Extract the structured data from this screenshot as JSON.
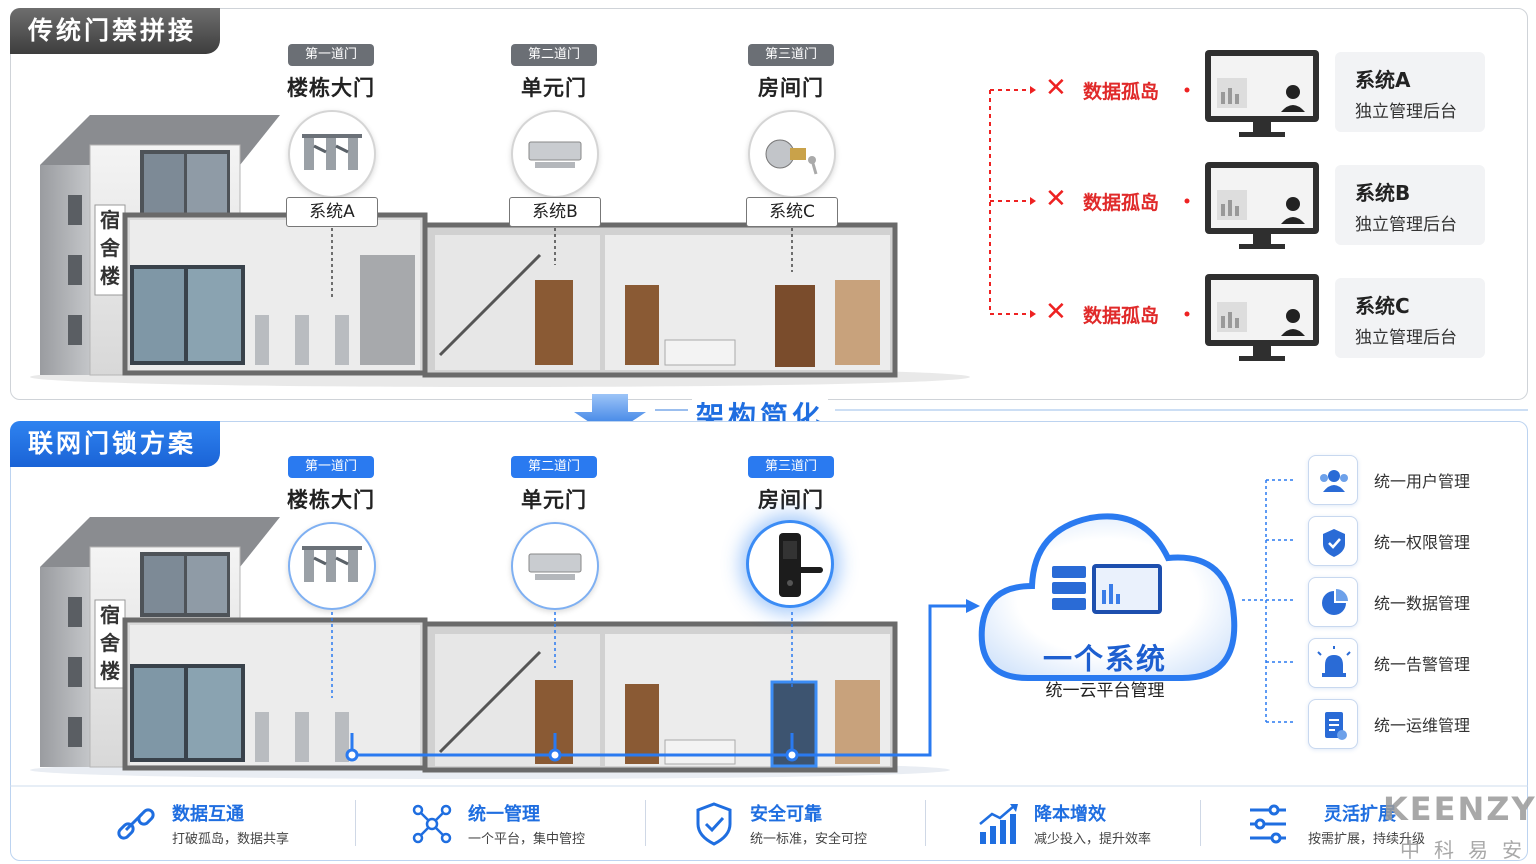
{
  "top": {
    "section_title": "传统门禁拼接",
    "doors": [
      {
        "badge": "第一道门",
        "name": "楼栋大门",
        "system": "系统A"
      },
      {
        "badge": "第二道门",
        "name": "单元门",
        "system": "系统B"
      },
      {
        "badge": "第三道门",
        "name": "房间门",
        "system": "系统C"
      }
    ],
    "building_sign": "宿舍楼",
    "isolation_label": "数据孤岛",
    "systems": [
      {
        "name": "系统A",
        "desc": "独立管理后台"
      },
      {
        "name": "系统B",
        "desc": "独立管理后台"
      },
      {
        "name": "系统C",
        "desc": "独立管理后台"
      }
    ]
  },
  "transition_label": "架构简化",
  "bottom": {
    "section_title": "联网门锁方案",
    "doors": [
      {
        "badge": "第一道门",
        "name": "楼栋大门"
      },
      {
        "badge": "第二道门",
        "name": "单元门"
      },
      {
        "badge": "第三道门",
        "name": "房间门"
      }
    ],
    "building_sign": "宿舍楼",
    "cloud": {
      "title": "一个系统",
      "subtitle": "统一云平台管理"
    },
    "management": [
      {
        "label": "统一用户管理",
        "icon": "users-icon"
      },
      {
        "label": "统一权限管理",
        "icon": "shield-icon"
      },
      {
        "label": "统一数据管理",
        "icon": "pie-chart-icon"
      },
      {
        "label": "统一告警管理",
        "icon": "alarm-bell-icon"
      },
      {
        "label": "统一运维管理",
        "icon": "document-icon"
      }
    ],
    "benefits": [
      {
        "title": "数据互通",
        "subtitle": "打破孤岛，数据共享",
        "icon": "link-icon"
      },
      {
        "title": "统一管理",
        "subtitle": "一个平台，集中管控",
        "icon": "network-icon"
      },
      {
        "title": "安全可靠",
        "subtitle": "统一标准，安全可控",
        "icon": "shield-check-icon"
      },
      {
        "title": "降本增效",
        "subtitle": "减少投入，提升效率",
        "icon": "growth-chart-icon"
      },
      {
        "title": "灵活扩展",
        "subtitle": "按需扩展，持续升级",
        "icon": "sliders-icon"
      }
    ]
  },
  "brand": {
    "name": "KEENZY",
    "name_cn": "中科易安"
  },
  "colors": {
    "accent_blue": "#1f6ee0",
    "alert_red": "#e02a2a",
    "dark_gray": "#4a4a4a"
  }
}
